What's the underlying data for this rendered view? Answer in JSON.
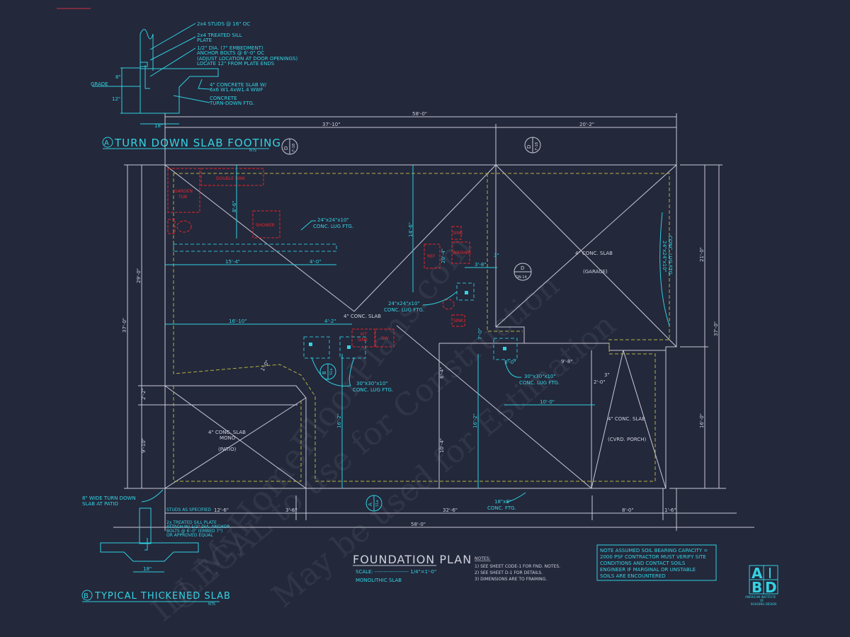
{
  "detail_a": {
    "title": "TURN DOWN SLAB FOOTING",
    "marker": "A",
    "scale": "NTS",
    "notes": [
      "2x4 STUDS @ 16\" OC",
      "2x4 TREATED SILL",
      "PLATE",
      "1/2\" DIA. (7\" EMBEDMENT)",
      "ANCHOR BOLTS @ 6'-0\" OC",
      "(ADJUST LOCATION AT DOOR OPENINGS)",
      "LOCATE 12\" FROM PLATE ENDS",
      "4\" CONCRETE SLAB W/",
      "6x6 W1.4xW1.4 WWF",
      "CONCRETE",
      "TURN-DOWN FTG."
    ],
    "grade": "GRADE",
    "dims": [
      "8\"",
      "12\"",
      "18\""
    ]
  },
  "detail_b": {
    "title": "TYPICAL THICKENED SLAB",
    "marker": "B",
    "scale": "NTS",
    "callout": [
      "8\" WIDE TURN DOWN",
      "SLAB AT PATIO"
    ],
    "notes": [
      "STUDS AS SPECIFIED",
      "2x TREATED SILL PLATE",
      "ATTACH W/ 1/2\" DIA. ANCHOR",
      "BOLTS @ 6'-0\" (EMBED 7\")",
      "OR APPROVED EQUAL"
    ],
    "dim": "18\""
  },
  "dims": {
    "top_overall": "58'-0\"",
    "top_left": "37'-10\"",
    "top_right": "20'-2\"",
    "bottom_overall": "58'-0\"",
    "bottom_segments": [
      "12'-6\"",
      "3'-6\"",
      "32'-6\"",
      "8'-0\"",
      "1'-6\""
    ],
    "left_overall": "37'-0\"",
    "left_upper": "29'-0\"",
    "left_a": "2'-2\"",
    "left_b": "9'-10\"",
    "right_overall": "37'-0\"",
    "right_upper": "21'-0\"",
    "right_lower": "16'-0\"",
    "interior": [
      "8'-6\"",
      "15'-4\"",
      "4'-0\"",
      "14'-6\"",
      "20'-4\"",
      "3'-8\"",
      "3\"",
      "16'-10\"",
      "4'-2\"",
      "7'-0\"",
      "3'-0\"",
      "9'-8\"",
      "2'-0\"",
      "3\"",
      "10'-0\"",
      "6'-4\"",
      "16'-2\"",
      "16'-2\"",
      "10'-4\"",
      "1'-0\""
    ]
  },
  "fixtures": [
    "DOUBLE SINK",
    "GARDEN",
    "TUB",
    "SHOWER",
    "SINK",
    "WASHER",
    "REF",
    "SINK",
    "KIT",
    "SINK",
    "DW"
  ],
  "labels": {
    "lug1": [
      "24\"x24\"x10\"",
      "CONC. LUG FTG."
    ],
    "lug2": [
      "24\"x24\"x10\"",
      "CONC. LUG FTG."
    ],
    "lug3": [
      "30\"x30\"x10\"",
      "CONC. LUG FTG."
    ],
    "lug4": [
      "30\"x30\"x10\"",
      "CONC. LUG FTG."
    ],
    "lug5": [
      "24\"x24\"x10\"",
      "CONC. LUG FTG."
    ],
    "ftg": [
      "18\"x8\"",
      "CONC. FTG."
    ],
    "main_slab": "4\" CONC. SLAB",
    "garage": [
      "4\" CONC. SLAB",
      "(GARAGE)"
    ],
    "patio": [
      "4\" CONC. SLAB",
      "MONO",
      "(PATIO)"
    ],
    "porch": [
      "4\" CONC. SLAB",
      "(CVRD. PORCH)"
    ]
  },
  "section_markers": [
    {
      "top": "D",
      "bottom": "F-18"
    },
    {
      "top": "D",
      "bottom": "F-18"
    },
    {
      "top": "D",
      "bottom": "GN-14"
    },
    {
      "top": "B",
      "bottom": "S1a"
    },
    {
      "top": "A",
      "bottom": "S1a"
    }
  ],
  "plan_title": {
    "title": "FOUNDATION PLAN",
    "scale_label": "SCALE: ------------------- 1/4\"=1'-0\"",
    "subtitle": "MONOLITHIC SLAB"
  },
  "notes": {
    "heading": "NOTES:",
    "items": [
      "1) SEE SHEET CODE-1 FOR FND. NOTES.",
      "2) SEE SHEET D-1 FOR DETAILS.",
      "3) DIMENSIONS ARE TO FRAMING."
    ]
  },
  "soil_note": [
    "NOTE ASSUMED SOIL BEARING CAPACITY =",
    "2000 PSF CONTRACTOR MUST VERIFY SITE",
    "CONDITIONS AND CONTACT SOILS",
    "ENGINEER IF MARGINAL OR UNSTABLE",
    "SOILS ARE ENCOUNTERED"
  ],
  "logo": {
    "letters": [
      "A",
      "I",
      "B",
      "D"
    ],
    "caption": [
      "AMERICAN INSTITUTE",
      "OF",
      "BUILDING DESIGN"
    ]
  },
  "watermark": [
    "© MyHomeFloorPlans.com",
    "ILLEGAL to use for Construction",
    "May be used for Estimation"
  ]
}
